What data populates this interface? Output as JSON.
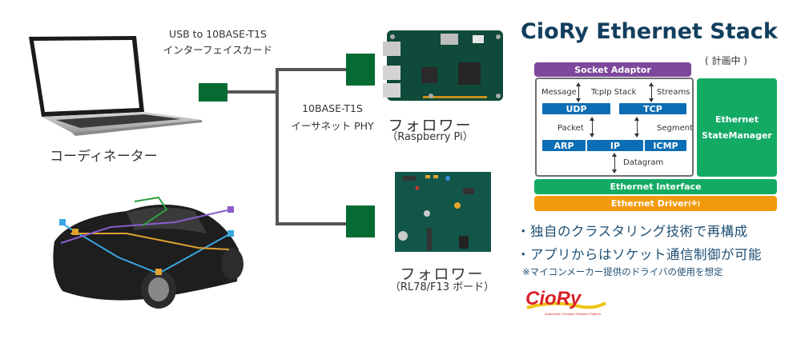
{
  "network": {
    "coordinator_label": "コーディネーター",
    "interface_card_label_line1": "USB to 10BASE-T1S",
    "interface_card_label_line2": "インターフェイスカード",
    "phy_label_line1": "10BASE-T1S",
    "phy_label_line2": "イーサネット PHY",
    "follower1_label": "フォロワー",
    "follower1_sub": "（Raspberry Pi）",
    "follower2_label": "フォロワー",
    "follower2_sub": "（RL78/F13 ボード）"
  },
  "colors": {
    "node_green": "#066b33",
    "wire_gray": "#555555",
    "title_navy": "#123f5e",
    "socket_purple": "#7d489b",
    "ethernet_green": "#13ab64",
    "driver_orange": "#f39a0c",
    "protocol_blue": "#0b6db4"
  },
  "stack": {
    "title": "CioRy Ethernet Stack",
    "status": "( 計画中 )",
    "socket_adaptor": "Socket Adaptor",
    "tcpip_label": "TcpIp Stack",
    "message_label": "Message",
    "streams_label": "Streams",
    "packet_label": "Packet",
    "segment_label": "Segment",
    "datagram_label": "Datagram",
    "udp": "UDP",
    "tcp": "TCP",
    "arp": "ARP",
    "ip": "IP",
    "icmp": "ICMP",
    "state_manager_line1": "Ethernet",
    "state_manager_line2": "StateManager",
    "ethernet_interface": "Ethernet Interface",
    "ethernet_driver": "Ethernet Driver",
    "ethernet_driver_mark": "(※)"
  },
  "features": {
    "bullet1": "・独自のクラスタリング技術で再構成",
    "bullet2": "・アプリからはソケット通信制御が可能",
    "note": "※マイコンメーカー提供のドライバの使用を想定"
  },
  "logo": {
    "text": "CioRy",
    "tagline": "Automotive Compact Software Platform"
  }
}
